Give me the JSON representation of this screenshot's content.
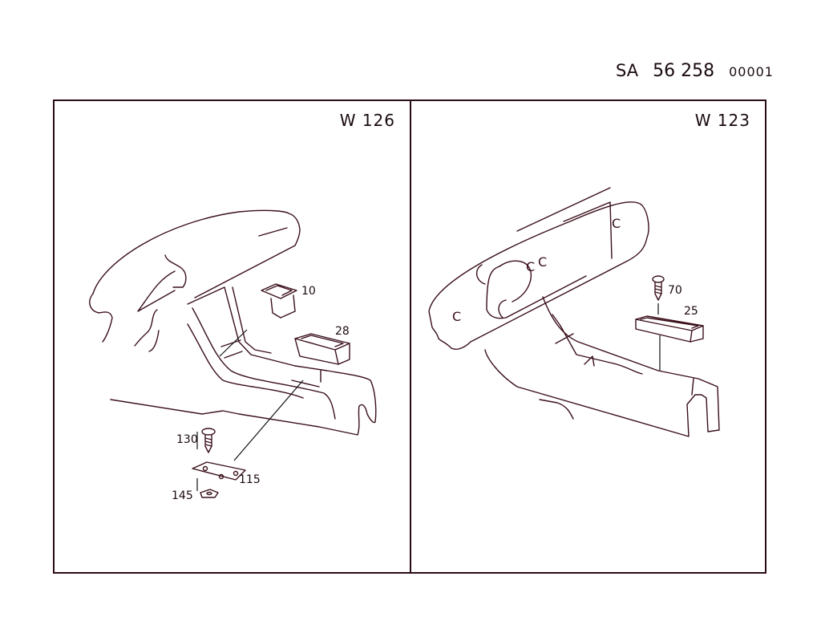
{
  "sheet": {
    "prefix": "SA",
    "number": "56 258",
    "sub": "00001"
  },
  "panels": [
    {
      "model": "W 126",
      "callouts": [
        {
          "label": "10"
        },
        {
          "label": "28"
        },
        {
          "label": "130"
        },
        {
          "label": "115"
        },
        {
          "label": "145"
        }
      ]
    },
    {
      "model": "W 123",
      "callouts": [
        {
          "label": "70"
        },
        {
          "label": "25"
        }
      ]
    }
  ],
  "colors": {
    "line": "#3a0f1a",
    "frame": "#2a0c14",
    "background": "#ffffff"
  }
}
